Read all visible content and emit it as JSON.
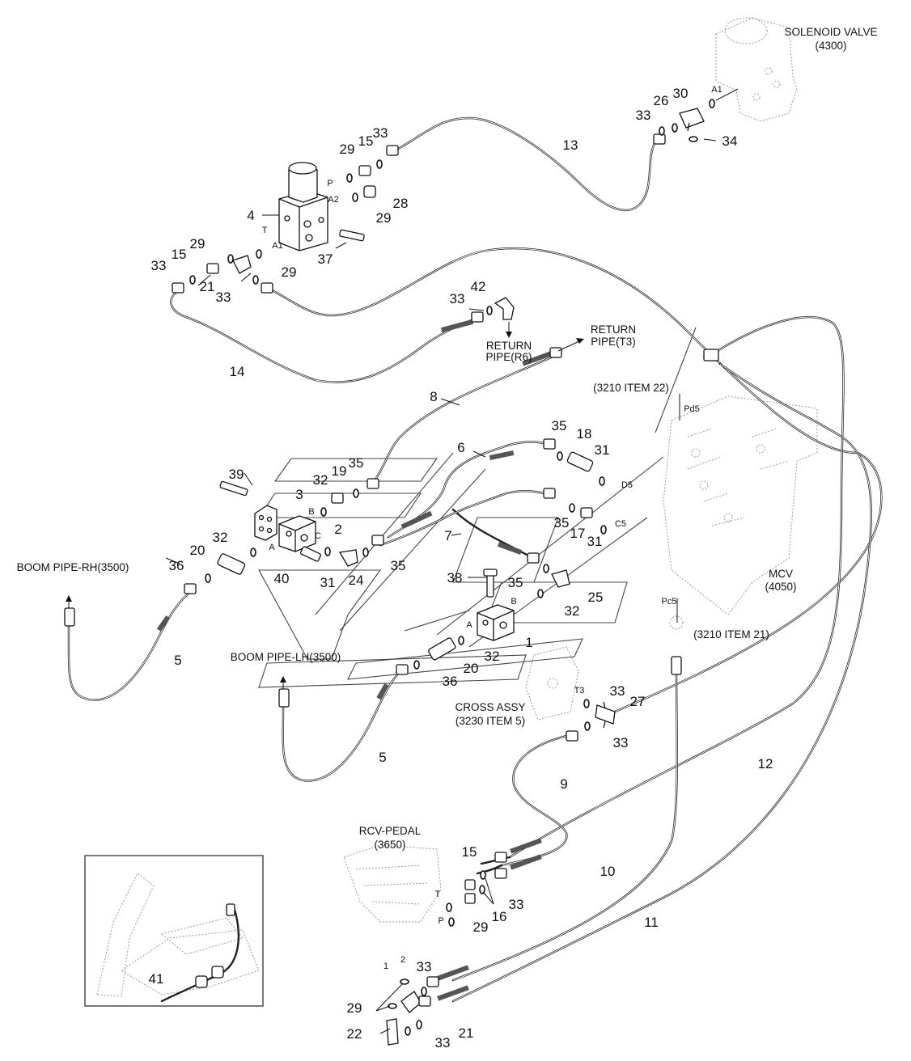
{
  "labels": {
    "solenoid_valve": "SOLENOID VALVE",
    "solenoid_valve_ref": "(4300)",
    "return_pipe_t3_line1": "RETURN",
    "return_pipe_t3_line2": "PIPE(T3)",
    "return_pipe_r6_line1": "RETURN",
    "return_pipe_r6_line2": "PIPE(R6)",
    "ref_3210_item22": "(3210 ITEM 22)",
    "ref_3210_item21": "(3210 ITEM 21)",
    "mcv": "MCV",
    "mcv_ref": "(4050)",
    "boom_pipe_rh": "BOOM PIPE-RH(3500)",
    "boom_pipe_lh": "BOOM PIPE-LH(3500)",
    "cross_assy_line1": "CROSS ASSY",
    "cross_assy_line2": "(3230 ITEM 5)",
    "rcv_pedal": "RCV-PEDAL",
    "rcv_pedal_ref": "(3650)"
  },
  "ports": {
    "a1_top": "A1",
    "p": "P",
    "a2": "A2",
    "t": "T",
    "a1": "A1",
    "pd5": "Pd5",
    "d5": "D5",
    "c5": "C5",
    "pc5": "Pc5",
    "t3": "T3",
    "b_block2": "B",
    "c_block2": "C",
    "a_block2": "A",
    "b_block1": "B",
    "a_block1": "A",
    "t_pedal": "T",
    "p_pedal": "P",
    "one": "1",
    "two": "2"
  },
  "callouts": {
    "c30": "30",
    "c26": "26",
    "c33a": "33",
    "c34": "34",
    "c13": "13",
    "c15a": "15",
    "c33b": "33",
    "c29a": "29",
    "c28": "28",
    "c29b": "29",
    "c4": "4",
    "c37": "37",
    "c29c": "29",
    "c15b": "15",
    "c33c": "33",
    "c21a": "21",
    "c29d": "29",
    "c33d": "33",
    "c42": "42",
    "c33e": "33",
    "c14": "14",
    "c8": "8",
    "c6": "6",
    "c35a": "35",
    "c18": "18",
    "c31a": "31",
    "c39": "39",
    "c32a": "32",
    "c19": "19",
    "c35b": "35",
    "c3": "3",
    "c2": "2",
    "c35c": "35",
    "c17": "17",
    "c31b": "31",
    "c7": "7",
    "c20a": "20",
    "c32b": "32",
    "c36a": "36",
    "c40": "40",
    "c31c": "31",
    "c24": "24",
    "c35d": "35",
    "c38": "38",
    "c35e": "35",
    "c25": "25",
    "c32c": "32",
    "c5a": "5",
    "c1": "1",
    "c32d": "32",
    "c20b": "20",
    "c36b": "36",
    "c5b": "5",
    "c33f": "33",
    "c27": "27",
    "c33g": "33",
    "c12": "12",
    "c9": "9",
    "c15c": "15",
    "c10": "10",
    "c33h": "33",
    "c16": "16",
    "c29e": "29",
    "c11": "11",
    "c41": "41",
    "c33i": "33",
    "c29f": "29",
    "c22": "22",
    "c33j": "33",
    "c21b": "21"
  }
}
